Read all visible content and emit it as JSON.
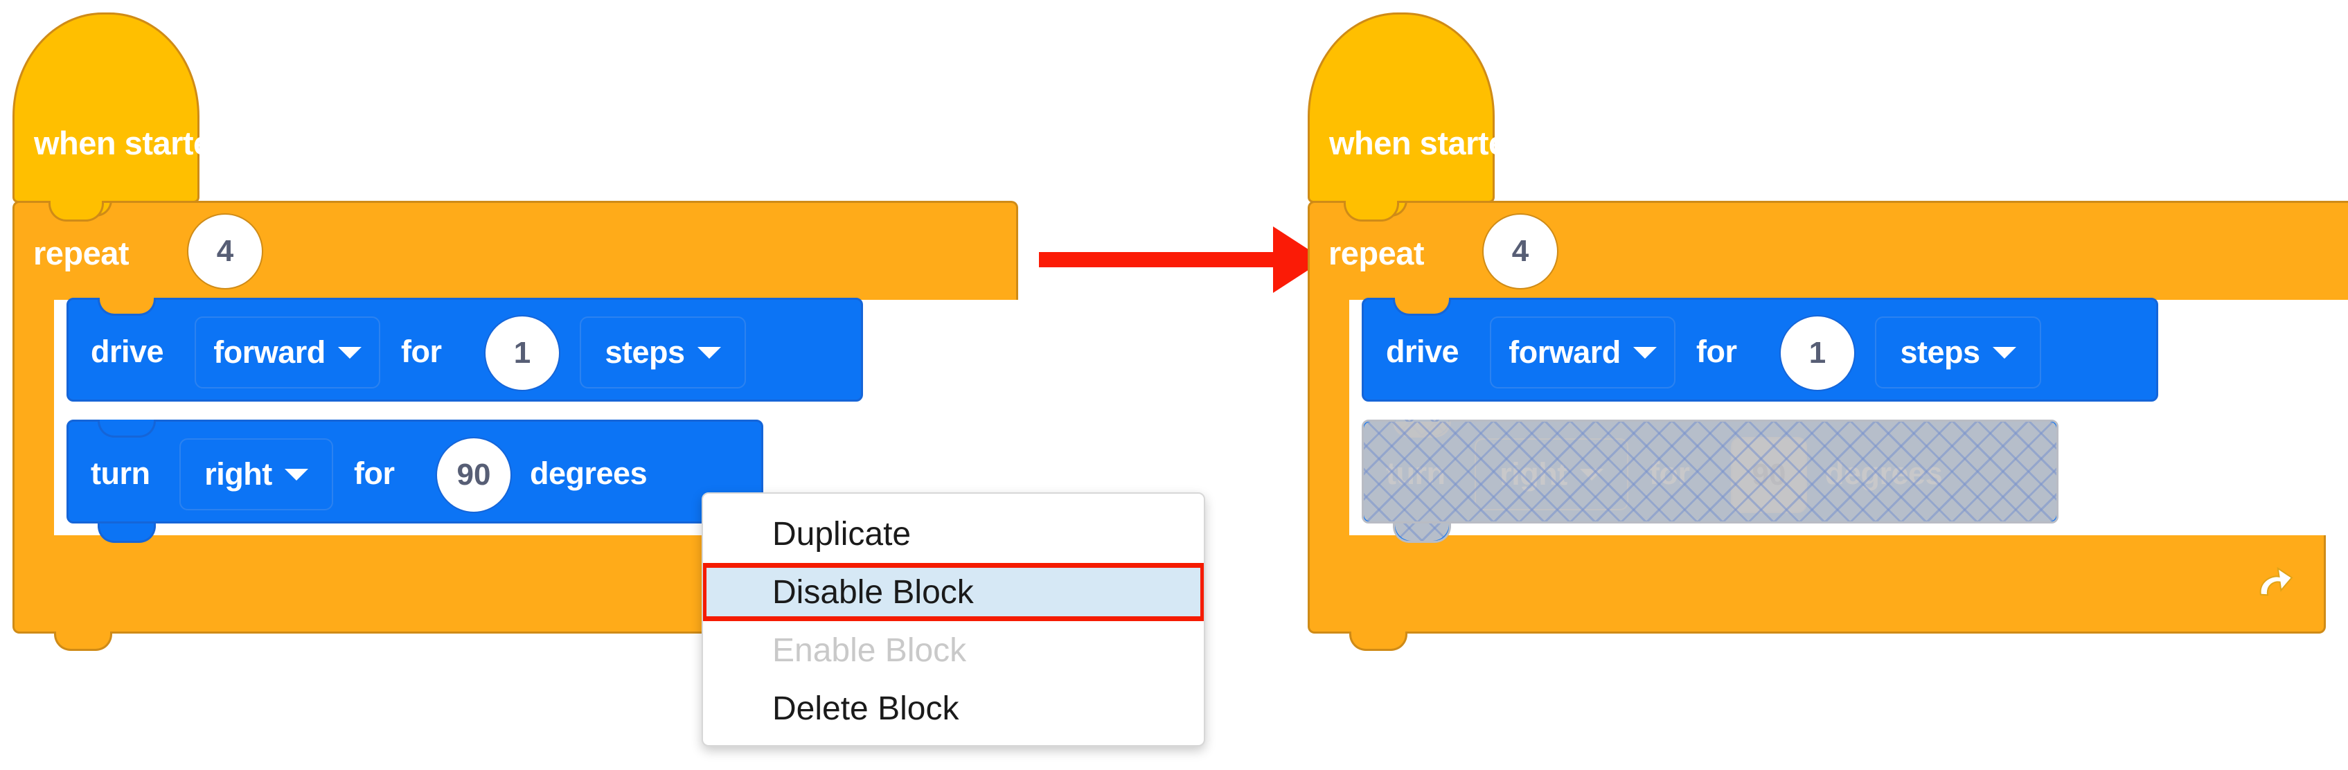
{
  "meta": {
    "app": "Block-based robotics code editor",
    "illustration_title": "Disabling a block via the right-click context menu"
  },
  "colors": {
    "hat_yellow": "#FFBF00",
    "control_orange": "#FFAB19",
    "control_orange_border": "#CF8B17",
    "motion_blue": "#0C74F5",
    "motion_blue_border": "#1565D8",
    "oval_text": "#575E75",
    "arrow_red": "#FB1B06",
    "menu_highlight_bg": "#D6E8F5",
    "menu_highlight_border": "#F51B00",
    "menu_disabled_text": "#C9C9C9",
    "disabled_hatch_line": "#7891CD",
    "disabled_hatch_fill": "#C4C4C6",
    "canvas": "#FFFFFF"
  },
  "before": {
    "label": "before-state-program",
    "hat": {
      "label": "when started"
    },
    "repeat": {
      "label": "repeat",
      "count": "4"
    },
    "statements": [
      {
        "id": "drive",
        "enabled": true,
        "verb": "drive",
        "direction": "forward",
        "connector": "for",
        "amount": "1",
        "unit": "steps"
      },
      {
        "id": "turn",
        "enabled": true,
        "verb": "turn",
        "direction": "right",
        "connector": "for",
        "amount": "90",
        "unit": "degrees"
      }
    ]
  },
  "after": {
    "label": "after-state-program",
    "hat": {
      "label": "when started"
    },
    "repeat": {
      "label": "repeat",
      "count": "4"
    },
    "statements": [
      {
        "id": "drive",
        "enabled": true,
        "verb": "drive",
        "direction": "forward",
        "connector": "for",
        "amount": "1",
        "unit": "steps"
      },
      {
        "id": "turn",
        "enabled": false,
        "verb": "turn",
        "direction": "right",
        "connector": "for",
        "amount": "90",
        "unit": "degrees"
      }
    ]
  },
  "context_menu": {
    "items": [
      {
        "label": "Duplicate",
        "state": "normal"
      },
      {
        "label": "Disable Block",
        "state": "highlighted"
      },
      {
        "label": "Enable Block",
        "state": "disabled"
      },
      {
        "label": "Delete Block",
        "state": "normal"
      }
    ]
  },
  "transition_arrow": {
    "icon": "right-arrow-icon",
    "direction": "right"
  },
  "icons": {
    "loop": "loop-arrow-icon",
    "dropdown_caret": "chevron-down-icon"
  }
}
